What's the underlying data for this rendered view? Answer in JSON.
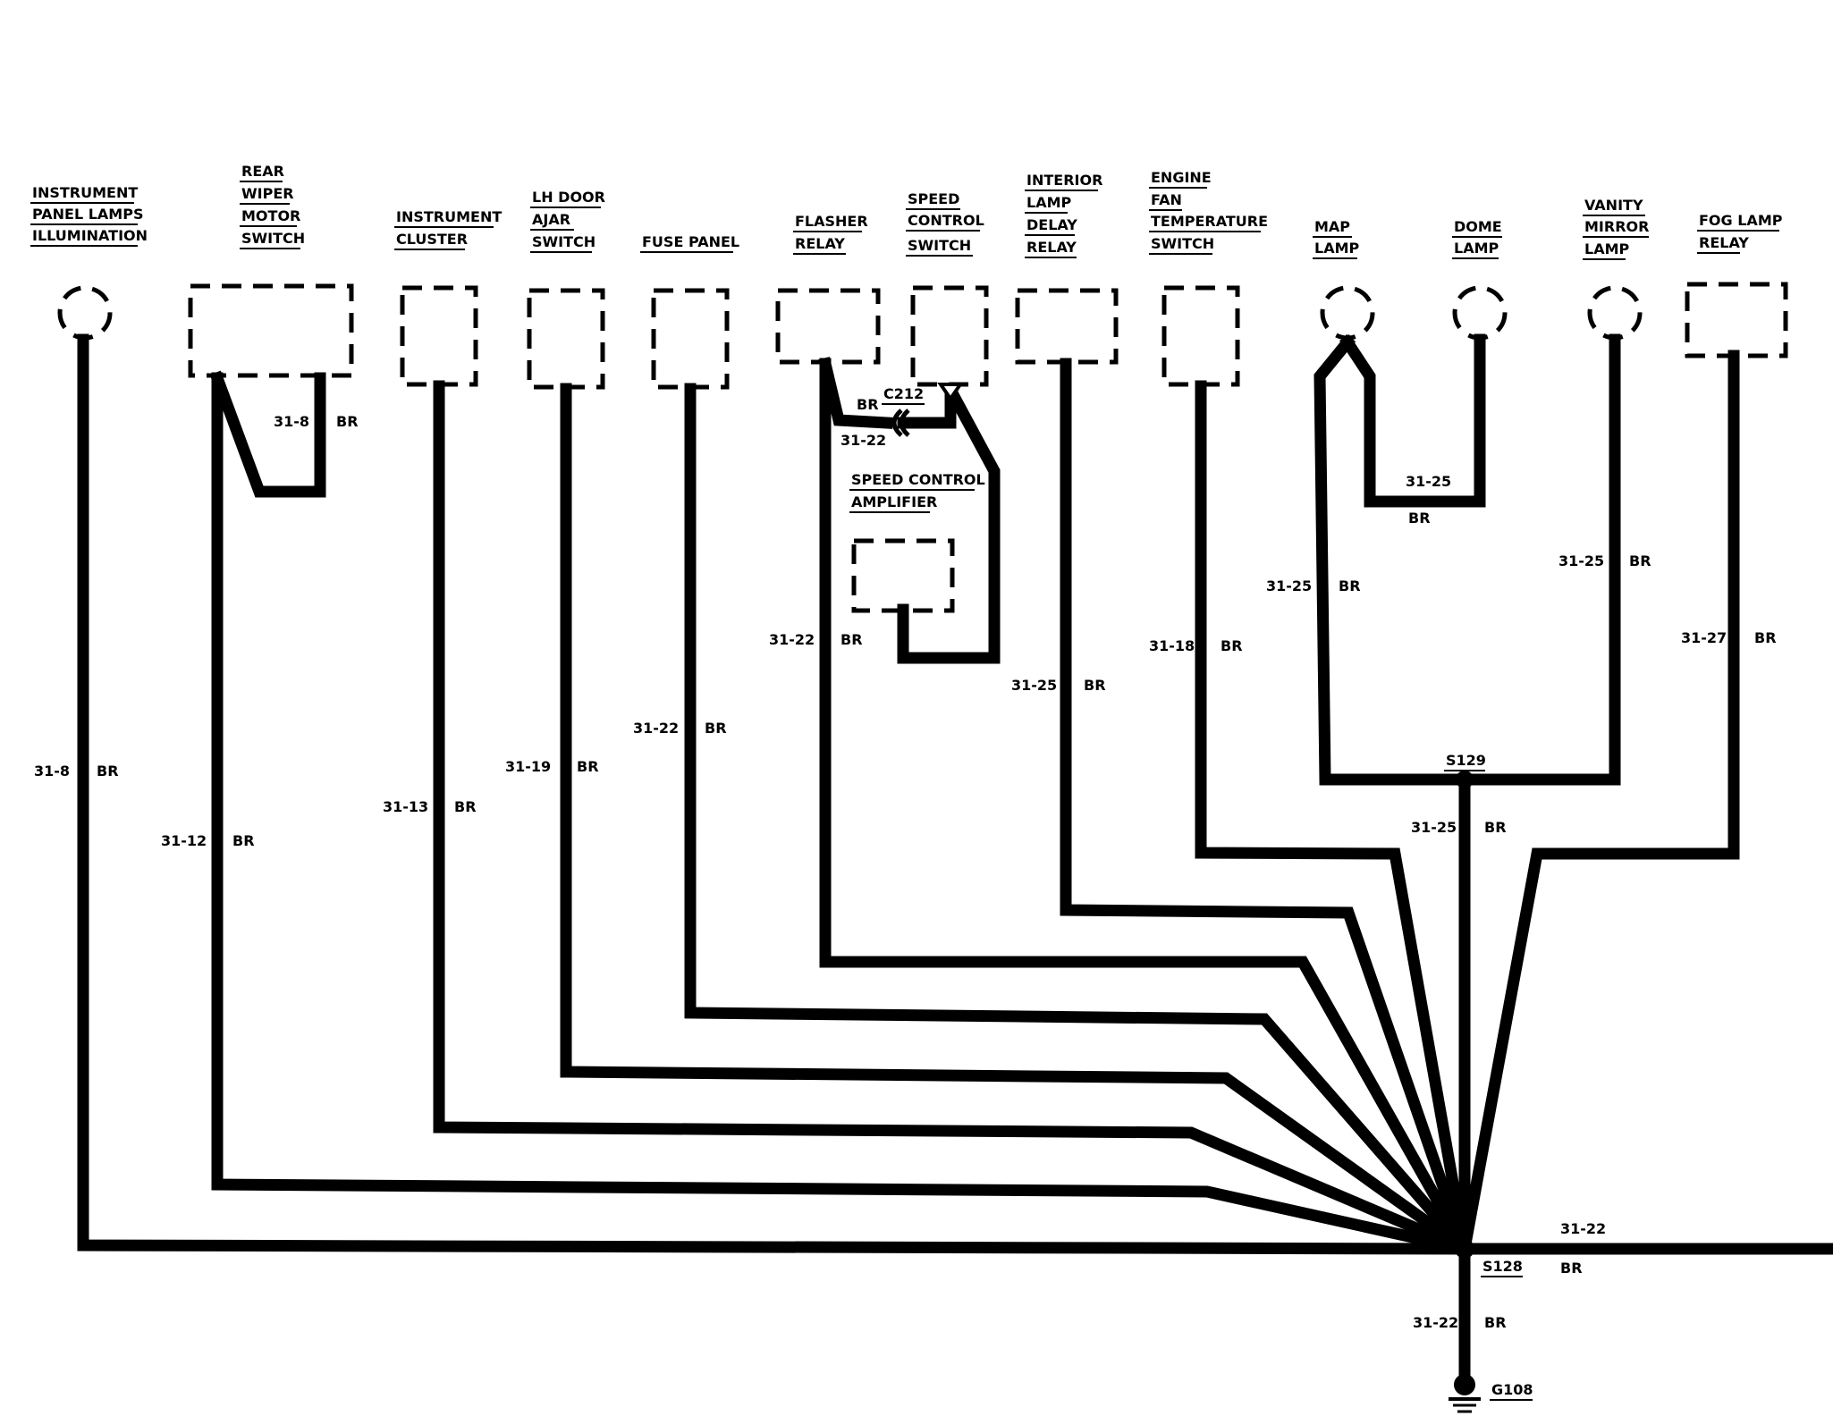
{
  "components": {
    "instrument_panel_lamps": [
      "INSTRUMENT",
      "PANEL LAMPS",
      "ILLUMINATION"
    ],
    "rear_wiper_motor_switch": [
      "REAR",
      "WIPER",
      "MOTOR",
      "SWITCH"
    ],
    "instrument_cluster": [
      "INSTRUMENT",
      "CLUSTER"
    ],
    "lh_door_ajar_switch": [
      "LH DOOR",
      "AJAR",
      "SWITCH"
    ],
    "fuse_panel": [
      "FUSE PANEL"
    ],
    "flasher_relay": [
      "FLASHER",
      "RELAY"
    ],
    "speed_control_switch": [
      "SPEED",
      "CONTROL",
      "SWITCH"
    ],
    "interior_lamp_delay_relay": [
      "INTERIOR",
      "LAMP",
      "DELAY",
      "RELAY"
    ],
    "engine_fan_temperature_switch": [
      "ENGINE",
      "FAN",
      "TEMPERATURE",
      "SWITCH"
    ],
    "map_lamp": [
      "MAP",
      "LAMP"
    ],
    "dome_lamp": [
      "DOME",
      "LAMP"
    ],
    "vanity_mirror_lamp": [
      "VANITY",
      "MIRROR",
      "LAMP"
    ],
    "fog_lamp_relay": [
      "FOG LAMP",
      "RELAY"
    ],
    "speed_control_amplifier": [
      "SPEED CONTROL",
      "AMPLIFIER"
    ]
  },
  "circuits": {
    "c31_8_a": "31-8",
    "c31_8_b": "31-8",
    "c31_12": "31-12",
    "c31_13": "31-13",
    "c31_19": "31-19",
    "c31_22_fuse": "31-22",
    "c31_22_flasher": "31-22",
    "c31_22_c212": "31-22",
    "c31_25_interior": "31-25",
    "c31_18": "31-18",
    "c31_25_map": "31-25",
    "c31_25_dome": "31-25",
    "c31_25_vanity": "31-25",
    "c31_25_s129": "31-25",
    "c31_27": "31-27",
    "c31_22_right": "31-22",
    "c31_22_ground": "31-22"
  },
  "wire_color": "BR",
  "connectors": {
    "c212": "C212",
    "s129": "S129",
    "s128": "S128",
    "g108": "G108"
  },
  "colors": {
    "wire": "#000000",
    "background": "#ffffff"
  }
}
